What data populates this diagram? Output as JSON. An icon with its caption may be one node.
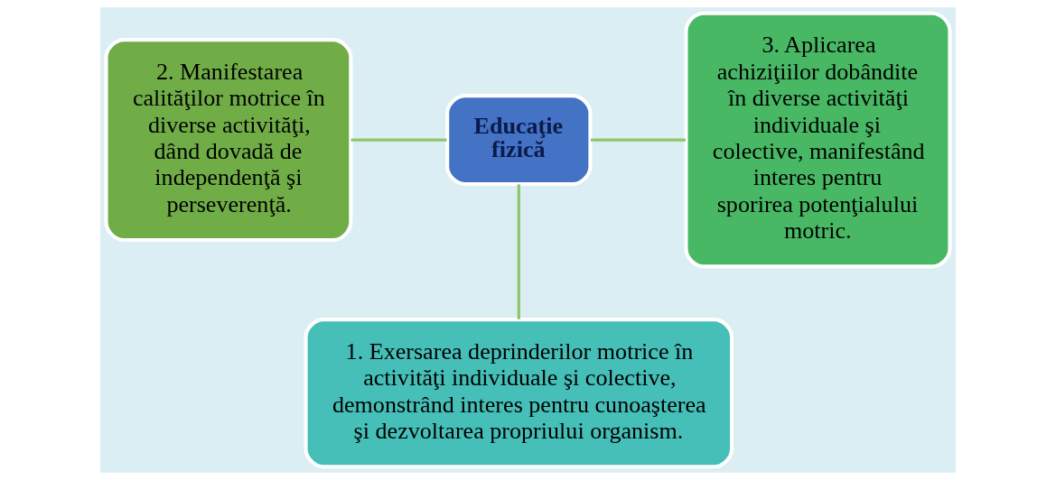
{
  "diagram": {
    "nodes": [
      {
        "text": [
          "1. Exersarea deprinderilor motrice în activităţi individuale şi colective, demonstrând interes pentru cunoaşterea şi dezvoltarea propriului organism."
        ]
      },
      {
        "text": [
          "2. Manifestarea calităţilor motrice în diverse activităţi, dând dovadă de independenţă şi perseverenţă."
        ]
      },
      {
        "text": [
          "Educaţie fizică"
        ]
      },
      {
        "text": [
          "3. Aplicarea achiziţiilor dobândite în diverse activităţi individuale şi colective, manifestând interes pentru sporirea potenţialului motric."
        ]
      }
    ],
    "edges": [
      {
        "from": 2,
        "to": 0,
        "arrow": "none"
      },
      {
        "from": 2,
        "to": 1,
        "arrow": "none"
      },
      {
        "from": 2,
        "to": 3,
        "arrow": "none"
      }
    ]
  }
}
